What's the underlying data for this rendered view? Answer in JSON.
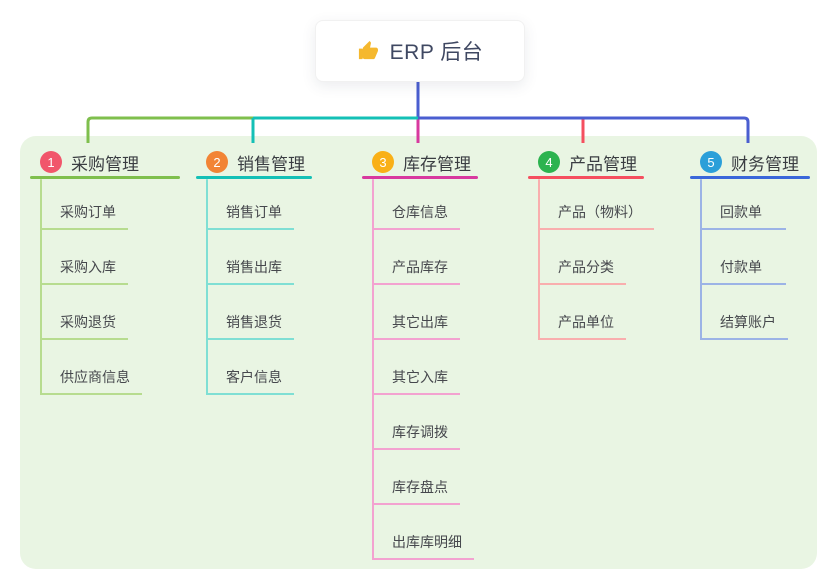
{
  "root": {
    "title": "ERP 后台",
    "icon": "thumbs-up"
  },
  "colors": {
    "canvas_bg": "#ffffff",
    "panel_bg": "#e9f5e3",
    "root_line": "#4a5ed0",
    "root_text": "#3f4862",
    "header_text": "#3a3d42",
    "child_text": "#46484d",
    "badge_text": "#ffffff",
    "thumb_icon": "#f5b82e"
  },
  "branches": [
    {
      "badge": "1",
      "label": "采购管理",
      "badge_color": "#f1566b",
      "line_color": "#7fbf4d",
      "child_line_color": "#b7dc8f",
      "children": [
        "采购订单",
        "采购入库",
        "采购退货",
        "供应商信息"
      ]
    },
    {
      "badge": "2",
      "label": "销售管理",
      "badge_color": "#f28435",
      "line_color": "#14c0b6",
      "child_line_color": "#7fdfd4",
      "children": [
        "销售订单",
        "销售出库",
        "销售退货",
        "客户信息"
      ]
    },
    {
      "badge": "3",
      "label": "库存管理",
      "badge_color": "#f9b017",
      "line_color": "#d8399f",
      "child_line_color": "#f3a2d0",
      "children": [
        "仓库信息",
        "产品库存",
        "其它出库",
        "其它入库",
        "库存调拨",
        "库存盘点",
        "出库库明细"
      ]
    },
    {
      "badge": "4",
      "label": "产品管理",
      "badge_color": "#2cb34f",
      "line_color": "#f54f5f",
      "child_line_color": "#f9aeae",
      "children": [
        "产品（物料）",
        "产品分类",
        "产品单位"
      ]
    },
    {
      "badge": "5",
      "label": "财务管理",
      "badge_color": "#2b9fd9",
      "line_color": "#3a67da",
      "child_line_color": "#9cb3e6",
      "children": [
        "回款单",
        "付款单",
        "结算账户"
      ]
    }
  ]
}
